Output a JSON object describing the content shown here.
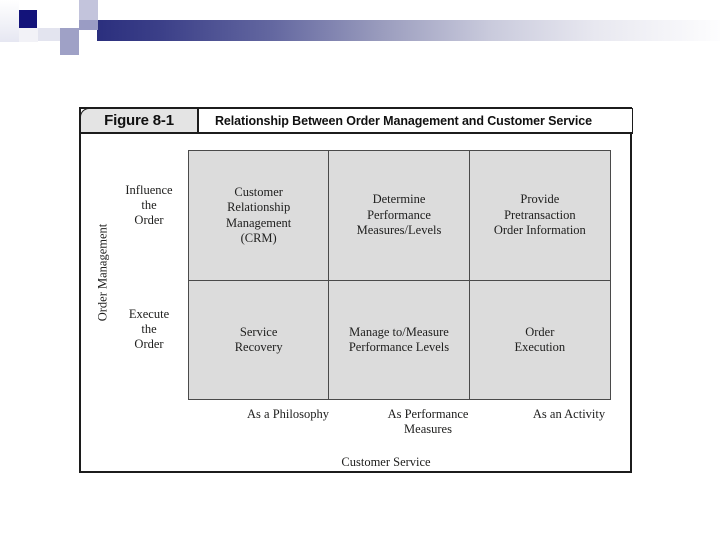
{
  "slide": {
    "header_decoration": "gradient-band-with-squares",
    "colors": {
      "banner_dark": "#2b2f7e",
      "banner_light": "#fdfdfe",
      "accent_square": "#13137a",
      "cell_fill": "#dcdcdc",
      "frame_stroke": "#1c1c1c",
      "grid_stroke": "#4a4a4a",
      "title_box_fill": "#e4e4e4"
    }
  },
  "figure": {
    "number": "Figure 8-1",
    "title": "Relationship Between Order Management and Customer Service",
    "y_axis_title": "Order Management",
    "x_axis_title": "Customer Service",
    "row_labels": [
      "Influence\nthe\nOrder",
      "Execute\nthe\nOrder"
    ],
    "rows": [
      {
        "label_line1": "Influence",
        "label_line2": "the",
        "label_line3": "Order"
      },
      {
        "label_line1": "Execute",
        "label_line2": "the",
        "label_line3": "Order"
      }
    ],
    "columns": [
      {
        "label_line1": "As a Philosophy",
        "label_line2": ""
      },
      {
        "label_line1": "As Performance",
        "label_line2": "Measures"
      },
      {
        "label_line1": "As an Activity",
        "label_line2": ""
      }
    ],
    "cells": [
      [
        {
          "lines": [
            "Customer",
            "Relationship",
            "Management",
            "(CRM)"
          ]
        },
        {
          "lines": [
            "Determine",
            "Performance",
            "Measures/Levels"
          ]
        },
        {
          "lines": [
            "Provide",
            "Pretransaction",
            "Order Information"
          ]
        }
      ],
      [
        {
          "lines": [
            "Service",
            "Recovery"
          ]
        },
        {
          "lines": [
            "Manage to/Measure",
            "Performance Levels"
          ]
        },
        {
          "lines": [
            "Order",
            "Execution"
          ]
        }
      ]
    ]
  }
}
